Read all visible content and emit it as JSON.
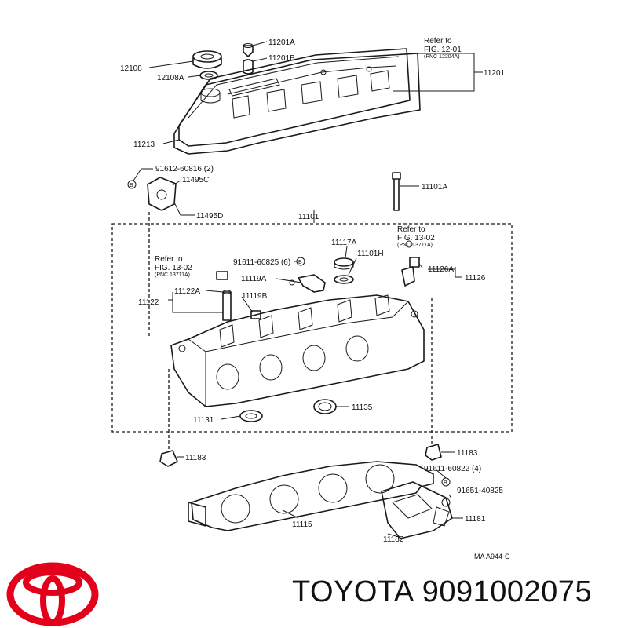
{
  "brand": {
    "name": "TOYOTA",
    "part_number": "9091002075",
    "logo_color": "#e2001a"
  },
  "diagram": {
    "code": "MA A944-C",
    "parts": {
      "p11201A": "11201A",
      "p11201B": "11201B",
      "p12108": "12108",
      "p12108A": "12108A",
      "p11201": "11201",
      "p11213": "11213",
      "p91612_60816": "91612-60816 (2)",
      "p11495C": "11495C",
      "p11495D": "11495D",
      "p11101A": "11101A",
      "p11101": "11101",
      "p11117A": "11117A",
      "p11101H": "11101H",
      "p91611_60825": "91611-60825 (6)",
      "p11119A": "11119A",
      "p11122A": "11122A",
      "p11122": "11122",
      "p11119B": "11119B",
      "p11126A": "11126A",
      "p11126": "11126",
      "p11135": "11135",
      "p11131": "11131",
      "p11183_left": "11183",
      "p11183_right": "11183",
      "p91611_60822": "91611-60822 (4)",
      "p91651_40825": "91651-40825",
      "p11181": "11181",
      "p11115": "11115",
      "p11182": "11182"
    },
    "references": {
      "ref1": {
        "line1": "Refer to",
        "line2": "FIG. 12-01",
        "line3": "(PNC 12204A)"
      },
      "ref2": {
        "line1": "Refer to",
        "line2": "FIG. 13-02",
        "line3": "(PNC 13711A)"
      },
      "ref3": {
        "line1": "Refer to",
        "line2": "FIG. 13-02",
        "line3": "(PNC 13711A)"
      }
    }
  }
}
